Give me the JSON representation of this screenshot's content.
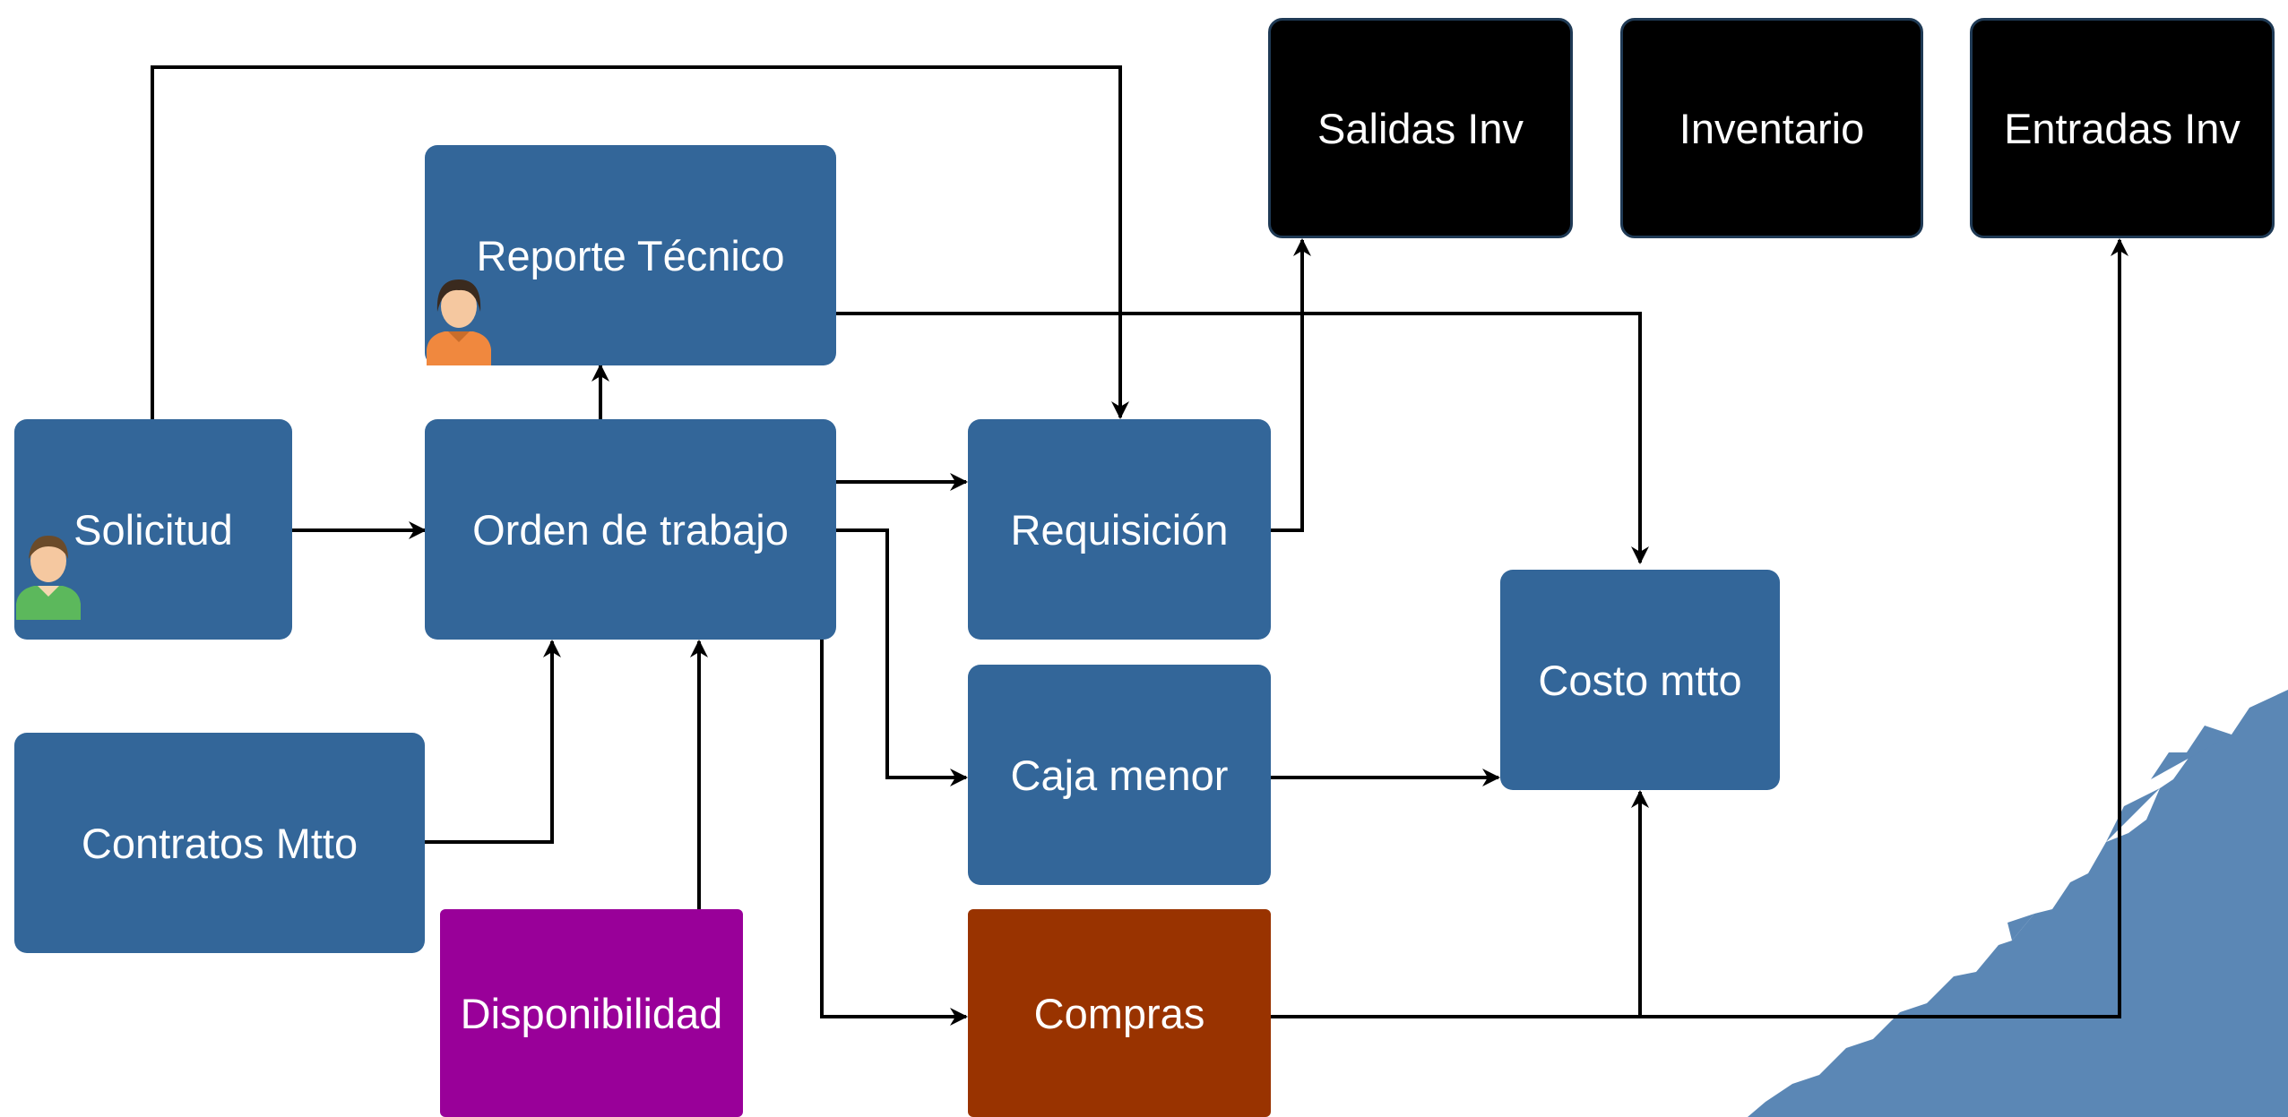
{
  "diagram": {
    "nodes": {
      "solicitud": "Solicitud",
      "orden_trabajo": "Orden de trabajo",
      "reporte_tecnico": "Reporte Técnico",
      "requisicion": "Requisición",
      "caja_menor": "Caja menor",
      "compras": "Compras",
      "contratos_mtto": "Contratos Mtto",
      "disponibilidad": "Disponibilidad",
      "costo_mtto": "Costo mtto",
      "salidas_inv": "Salidas Inv",
      "inventario": "Inventario",
      "entradas_inv": "Entradas Inv"
    },
    "edges": [
      {
        "from": "solicitud",
        "to": "orden_trabajo"
      },
      {
        "from": "solicitud",
        "to": "requisicion"
      },
      {
        "from": "orden_trabajo",
        "to": "reporte_tecnico"
      },
      {
        "from": "orden_trabajo",
        "to": "requisicion"
      },
      {
        "from": "orden_trabajo",
        "to": "caja_menor"
      },
      {
        "from": "orden_trabajo",
        "to": "compras"
      },
      {
        "from": "contratos_mtto",
        "to": "orden_trabajo"
      },
      {
        "from": "disponibilidad",
        "to": "orden_trabajo"
      },
      {
        "from": "reporte_tecnico",
        "to": "costo_mtto"
      },
      {
        "from": "requisicion",
        "to": "salidas_inv"
      },
      {
        "from": "caja_menor",
        "to": "costo_mtto"
      },
      {
        "from": "compras",
        "to": "costo_mtto"
      },
      {
        "from": "compras",
        "to": "entradas_inv"
      }
    ],
    "colors": {
      "process": "#336699",
      "inventory": "#000000",
      "availability": "#990099",
      "purchases": "#993300",
      "edge": "#000000",
      "decor": "#5b87b5"
    },
    "icons": {
      "solicitud": "user-green-icon",
      "reporte_tecnico": "user-orange-icon"
    }
  }
}
